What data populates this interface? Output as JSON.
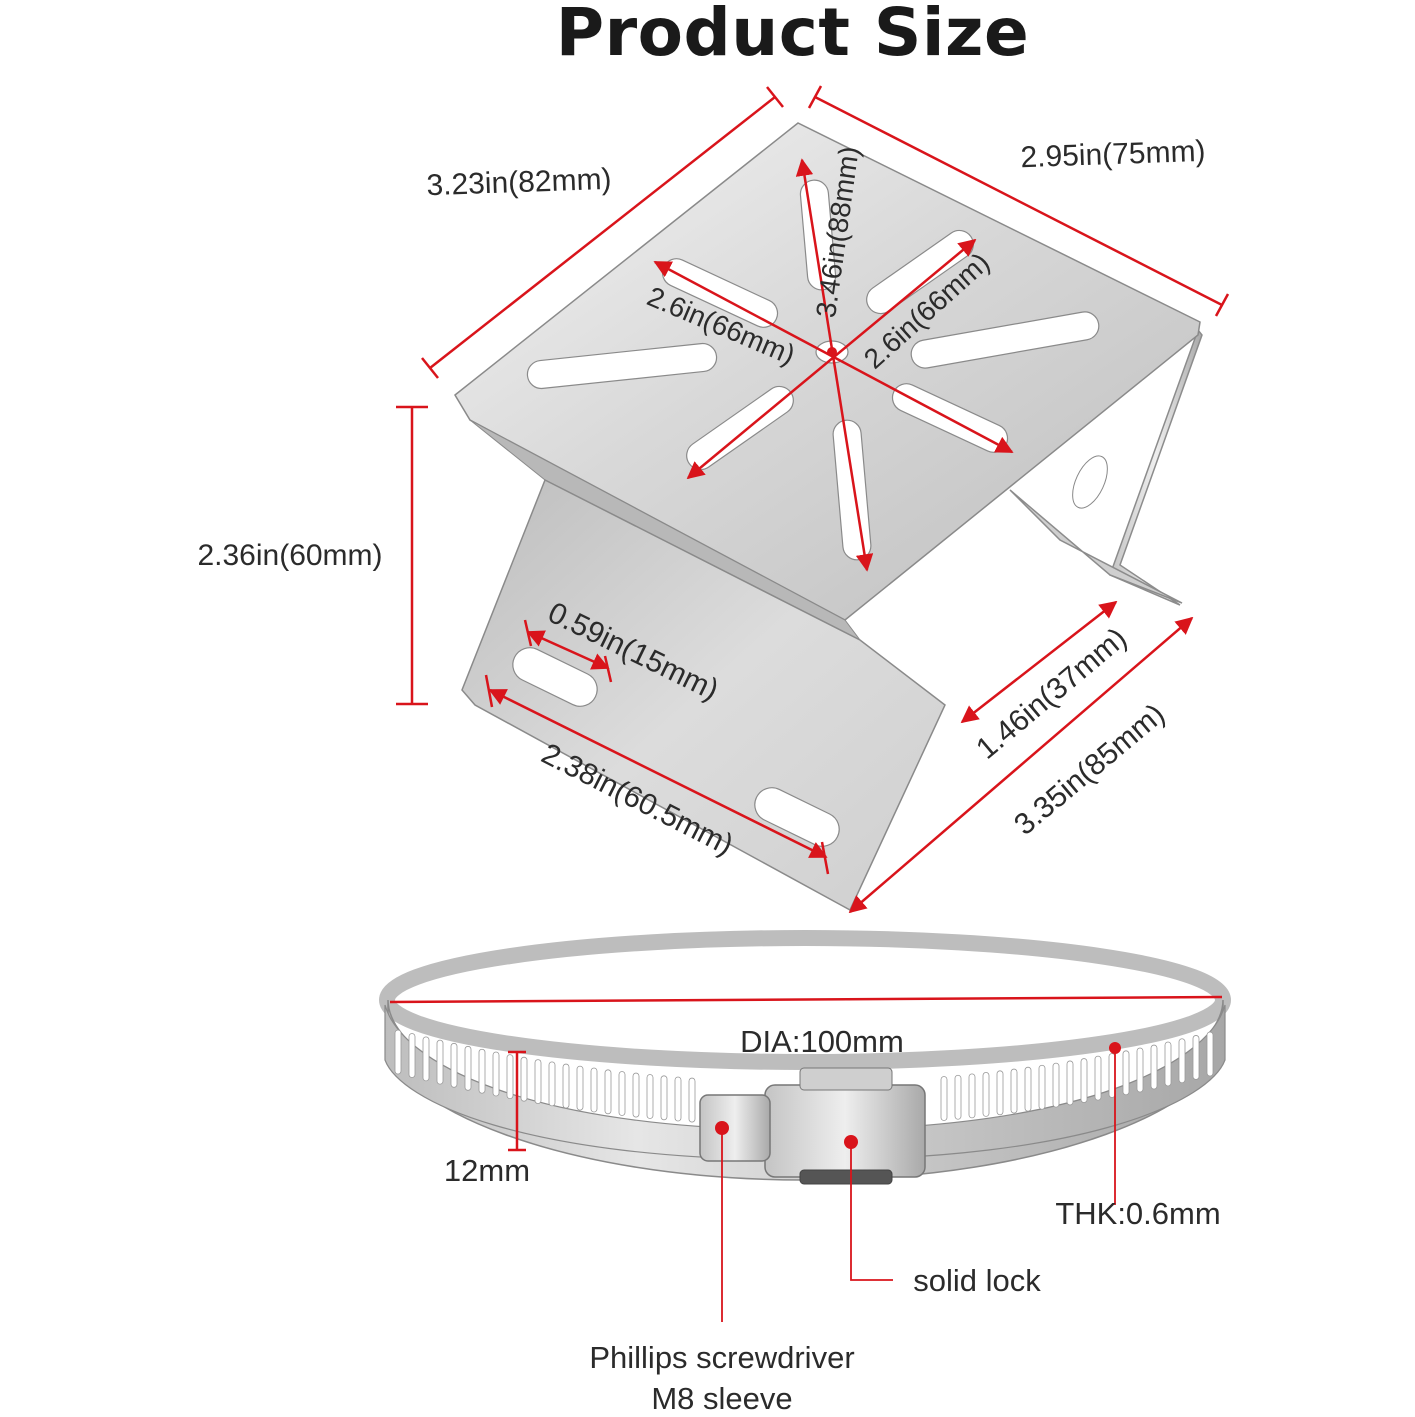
{
  "title": "Product Size",
  "bracket": {
    "top_left_edge": "3.23in(82mm)",
    "top_right_edge": "2.95in(75mm)",
    "slot_vertical": "3.46in(88mm)",
    "slot_diag_left": "2.6in(66mm)",
    "slot_diag_right": "2.6in(66mm)",
    "height": "2.36in(60mm)",
    "hole_slot": "0.59in(15mm)",
    "hole_span": "2.38in(60.5mm)",
    "flange_depth": "1.46in(37mm)",
    "total_depth": "3.35in(85mm)"
  },
  "clamp": {
    "diameter": "DIA:100mm",
    "band_width": "12mm",
    "thickness": "THK:0.6mm",
    "lock": "solid lock",
    "screw_line1": "Phillips screwdriver",
    "screw_line2": "M8 sleeve"
  },
  "colors": {
    "dimension_line": "#d9141b",
    "metal_light": "#e9e9e9",
    "metal_dark": "#9a9a9a",
    "text": "#2b2b2b"
  }
}
